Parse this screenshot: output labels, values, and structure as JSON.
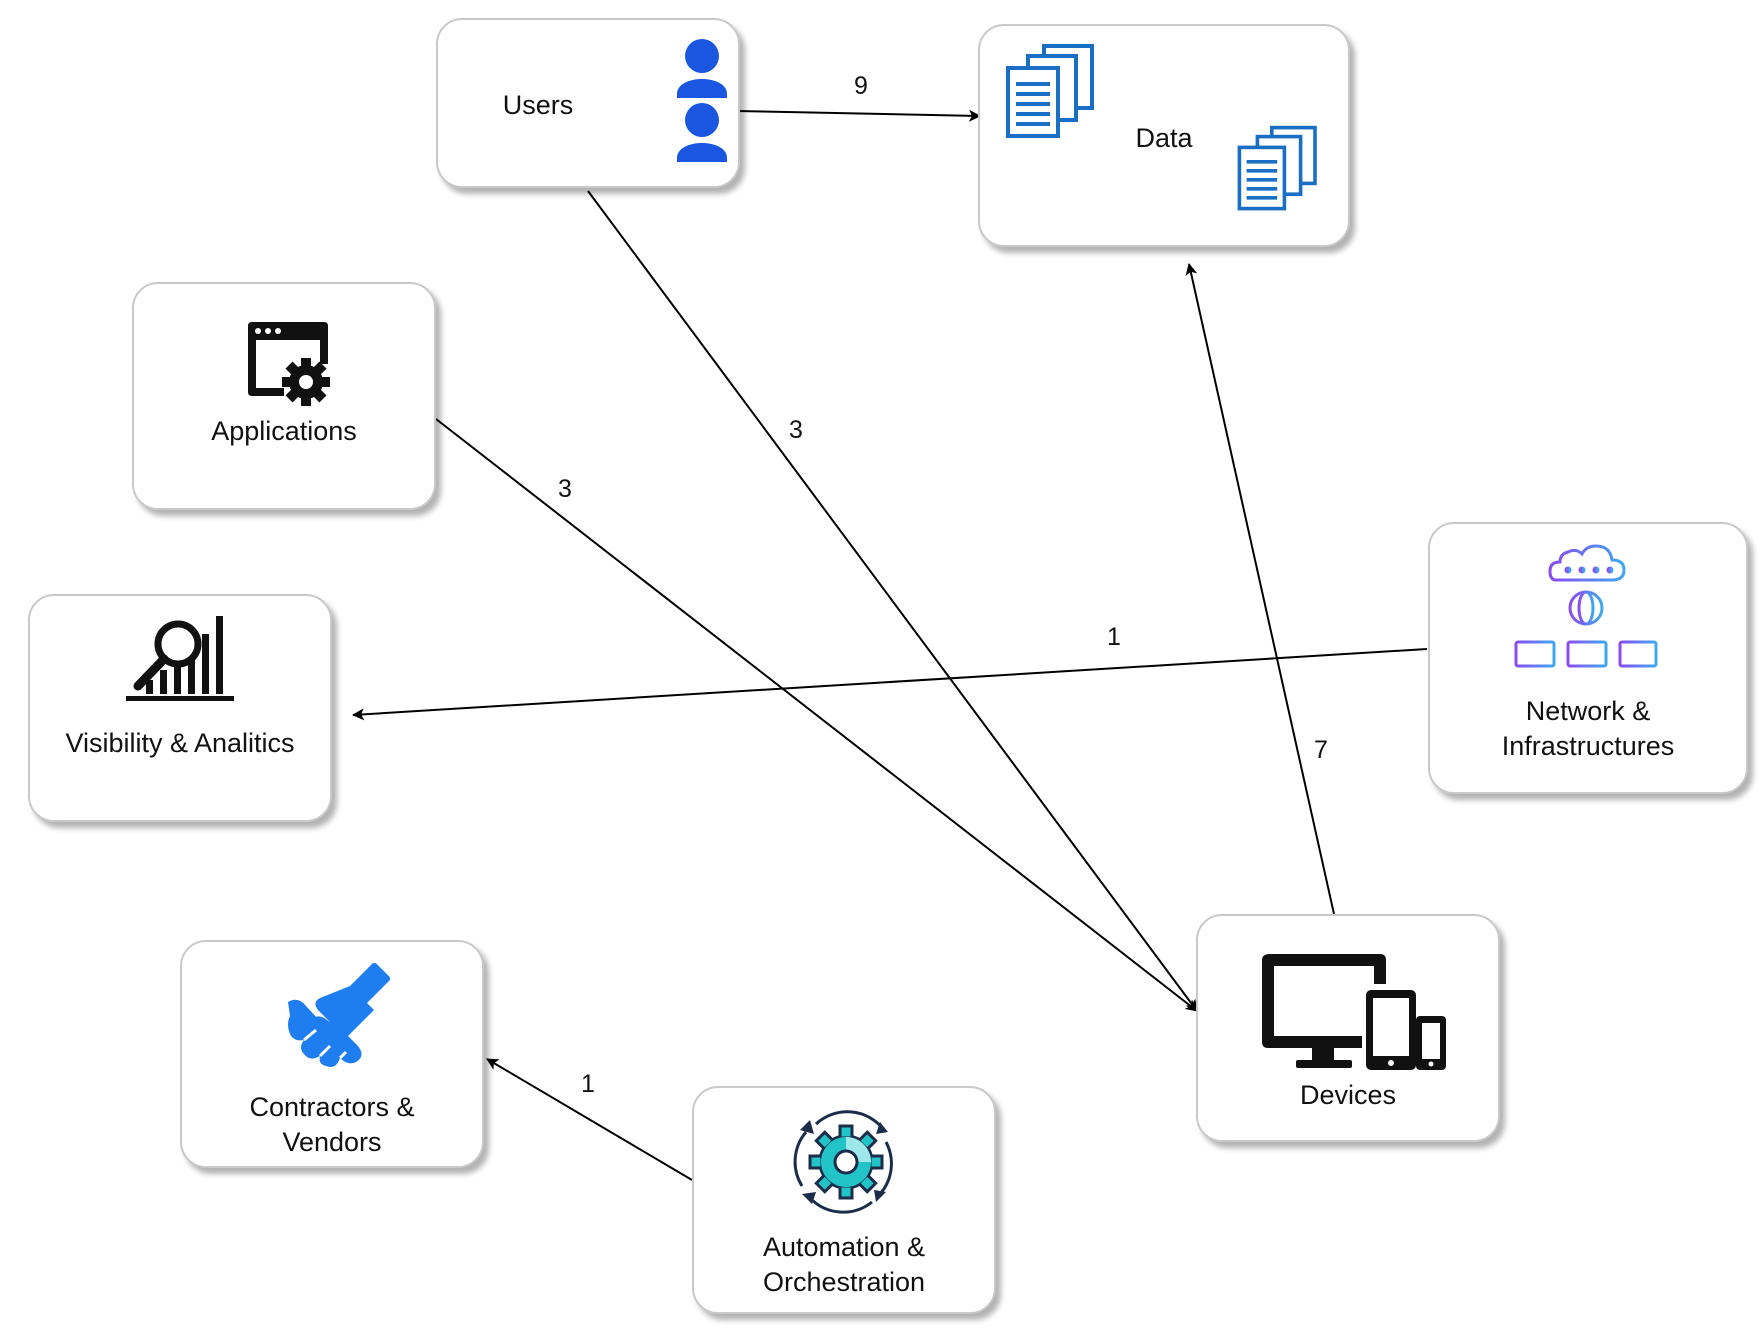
{
  "nodes": {
    "users": {
      "label": "Users",
      "icon": "users-icon"
    },
    "data": {
      "label": "Data",
      "icon": "documents-icon"
    },
    "applications": {
      "label": "Applications",
      "icon": "app-settings-icon"
    },
    "visibility": {
      "label": "Visibility & Analitics",
      "icon": "analytics-magnifier-icon"
    },
    "network": {
      "label_line1": "Network &",
      "label_line2": "Infrastructures",
      "icon": "cloud-network-icon"
    },
    "devices": {
      "label": "Devices",
      "icon": "devices-icon"
    },
    "contractors": {
      "label_line1": "Contractors &",
      "label_line2": "Vendors",
      "icon": "handshake-icon"
    },
    "automation": {
      "label_line1": "Automation &",
      "label_line2": "Orchestration",
      "icon": "gear-cycle-icon"
    }
  },
  "edges": [
    {
      "from": "Users",
      "to": "Data",
      "weight": "9"
    },
    {
      "from": "Users",
      "to": "Devices",
      "weight": "3"
    },
    {
      "from": "Applications",
      "to": "Devices",
      "weight": "3"
    },
    {
      "from": "Network & Infrastructures",
      "to": "Visibility & Analitics",
      "weight": "1"
    },
    {
      "from": "Devices",
      "to": "Data",
      "weight": "7"
    },
    {
      "from": "Automation & Orchestration",
      "to": "Contractors & Vendors",
      "weight": "1"
    }
  ],
  "colors": {
    "users_blue": "#1a56e0",
    "docs_blue": "#1a6fc4",
    "handshake_blue": "#1e7ef0",
    "icon_black": "#111111",
    "gear_teal": "#22c4c8",
    "net_purple": "#8a4cf0",
    "net_blue": "#3fa7f0"
  }
}
